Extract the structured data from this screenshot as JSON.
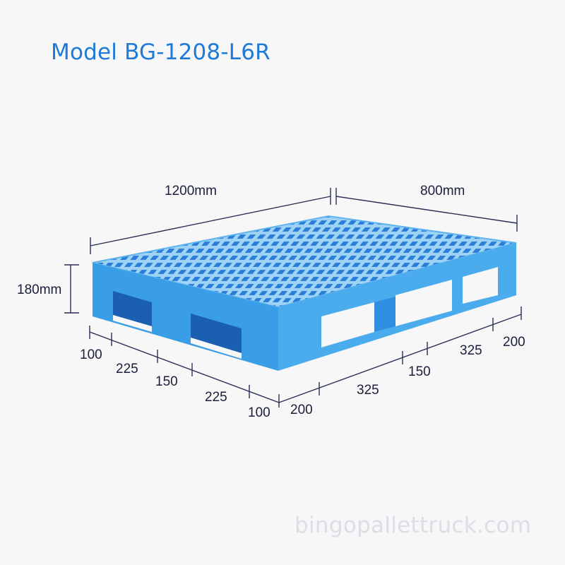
{
  "title": "Model BG-1208-L6R",
  "watermark": "bingopallettruck.com",
  "colors": {
    "title": "#1e7ad8",
    "dimension_line": "#2a2f55",
    "pallet_top": "#8ec9f2",
    "pallet_side": "#3a9ee6",
    "pallet_dark": "#1b5fb0",
    "watermark": "#dcdde6",
    "background": "#f7f7f7"
  },
  "dimensions": {
    "length": "1200mm",
    "width": "800mm",
    "height": "180mm"
  },
  "front_segments": [
    "100",
    "225",
    "150",
    "225",
    "100"
  ],
  "side_segments": [
    "200",
    "325",
    "150",
    "325",
    "200"
  ]
}
